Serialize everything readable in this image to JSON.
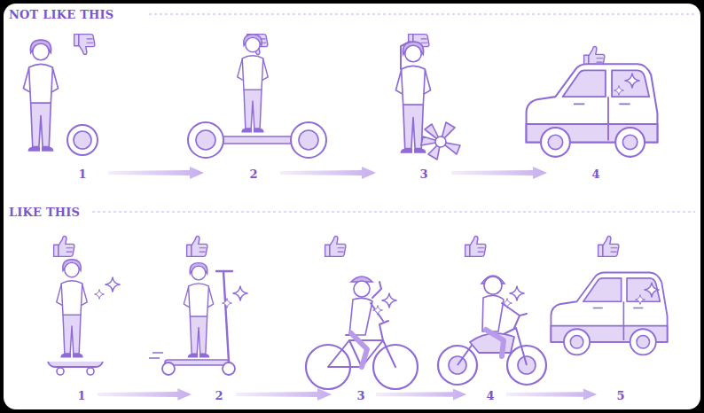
{
  "diagram": {
    "labels": [
      "NOT LIKE THIS",
      "LIKE THIS",
      "1",
      "2",
      "3",
      "4",
      "1",
      "2",
      "3",
      "4",
      "5"
    ]
  }
}
